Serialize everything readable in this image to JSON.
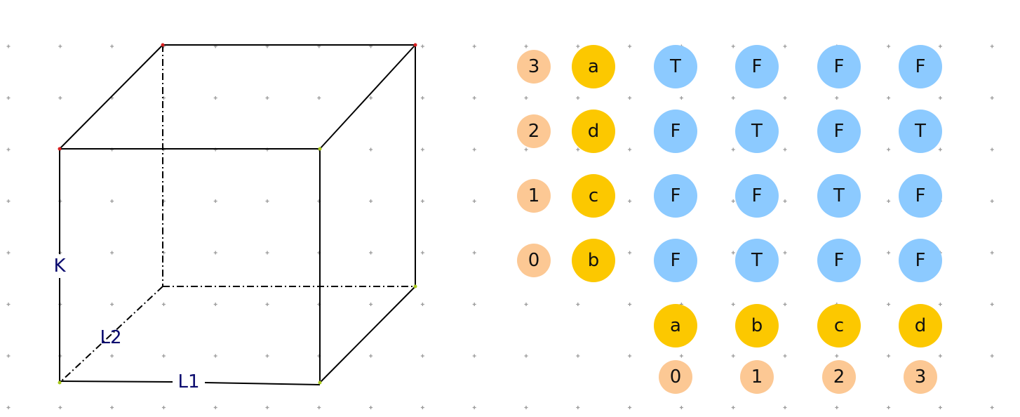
{
  "colors": {
    "background": "#ffffff",
    "grid_dot": "#9a9a9a",
    "edge": "#000000",
    "label_text": "#0a0a6e",
    "vertex_red": "#d62020",
    "vertex_green": "#a8c81c",
    "index_fill": "#fcc894",
    "letter_fill": "#fcc800",
    "cell_fill": "#8ccaff"
  },
  "cube": {
    "labels": {
      "height": "K",
      "depth": "L2",
      "width": "L1"
    }
  },
  "matrix": {
    "row_indices": [
      "3",
      "2",
      "1",
      "0"
    ],
    "row_letters": [
      "a",
      "d",
      "c",
      "b"
    ],
    "cells": [
      [
        "T",
        "F",
        "F",
        "F"
      ],
      [
        "F",
        "T",
        "F",
        "T"
      ],
      [
        "F",
        "F",
        "T",
        "F"
      ],
      [
        "F",
        "T",
        "F",
        "F"
      ]
    ],
    "col_letters": [
      "a",
      "b",
      "c",
      "d"
    ],
    "col_indices": [
      "0",
      "1",
      "2",
      "3"
    ]
  }
}
